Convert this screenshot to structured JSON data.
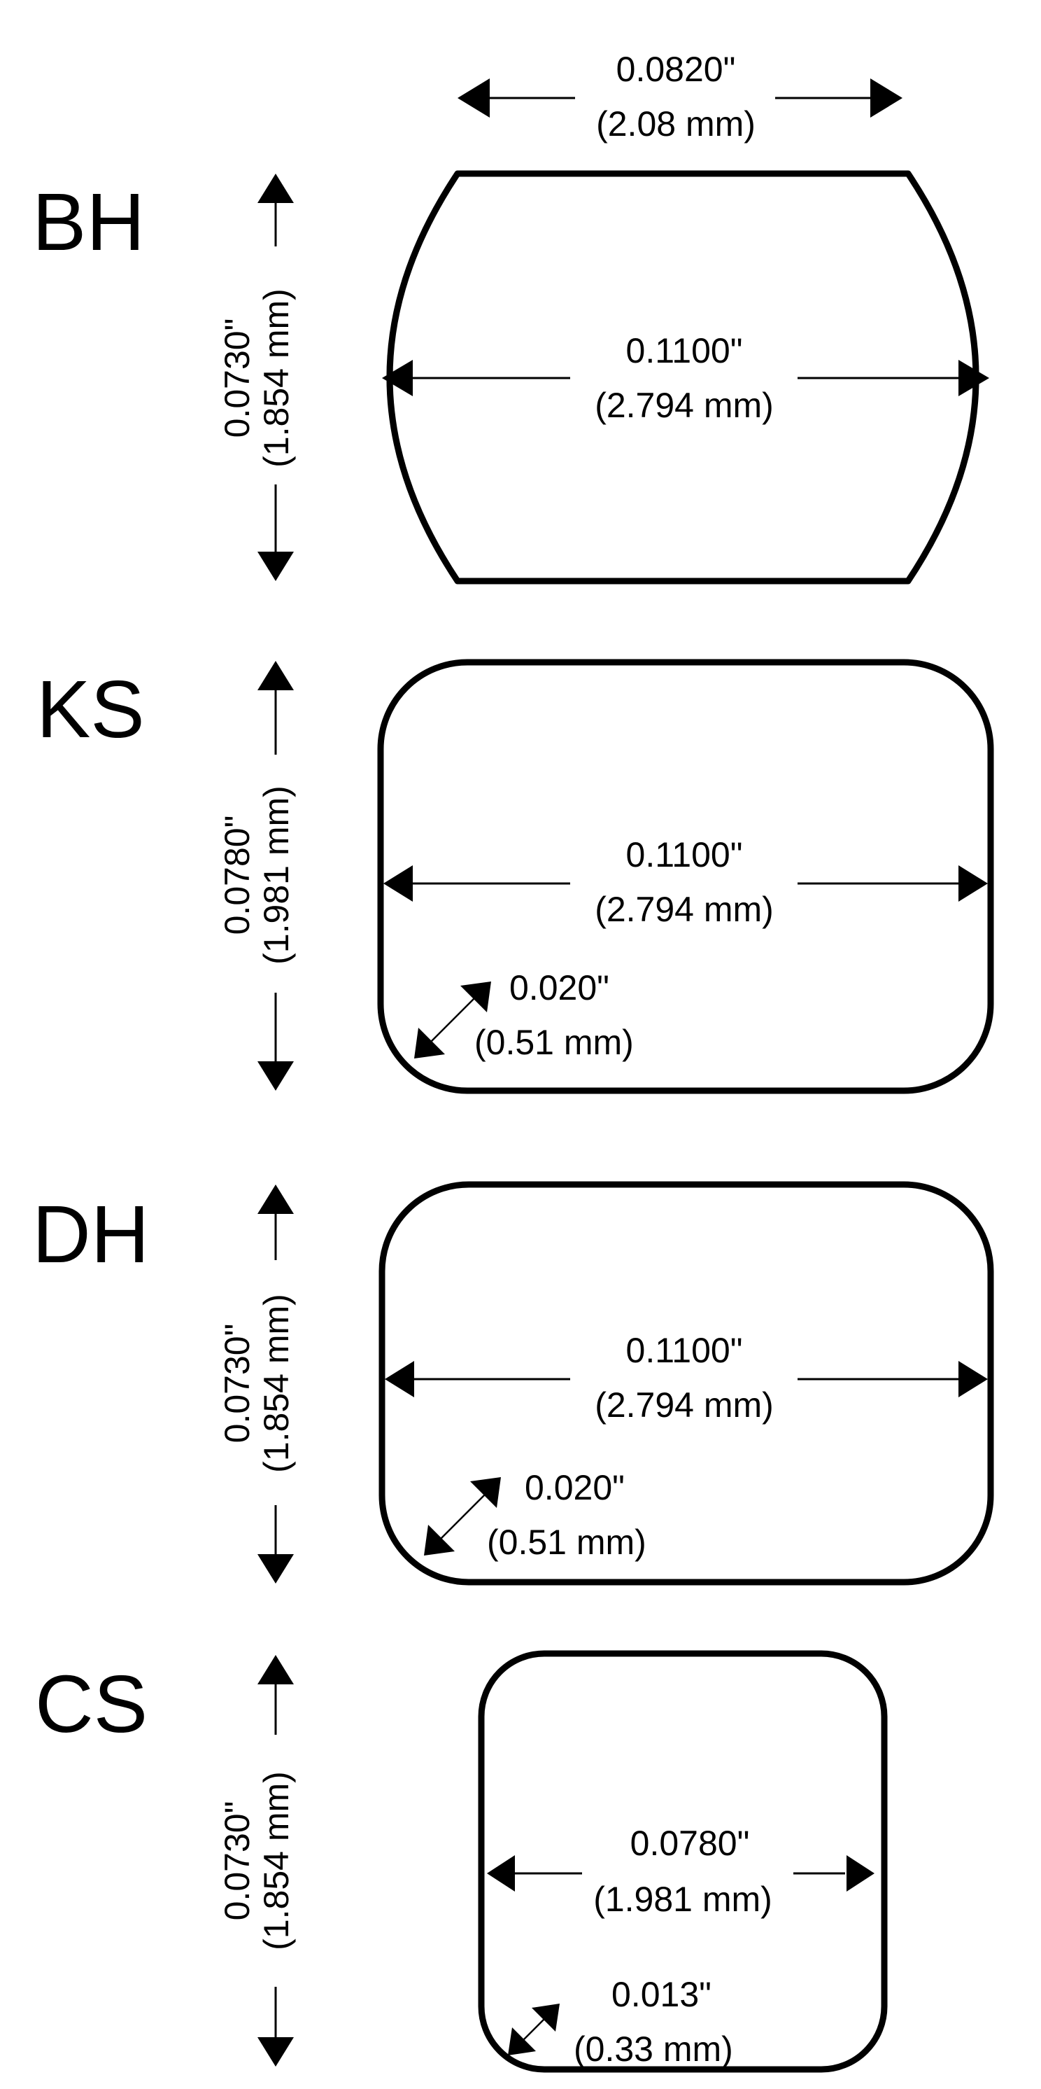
{
  "profiles": [
    {
      "name": "BH",
      "top_width_in": "0.0820\"",
      "top_width_mm": "(2.08 mm)",
      "height_in": "0.0730\"",
      "height_mm": "(1.854 mm)",
      "width_in": "0.1100\"",
      "width_mm": "(2.794 mm)"
    },
    {
      "name": "KS",
      "height_in": "0.0780\"",
      "height_mm": "(1.981 mm)",
      "width_in": "0.1100\"",
      "width_mm": "(2.794 mm)",
      "radius_in": "0.020\"",
      "radius_mm": "(0.51 mm)"
    },
    {
      "name": "DH",
      "height_in": "0.0730\"",
      "height_mm": "(1.854 mm)",
      "width_in": "0.1100\"",
      "width_mm": "(2.794 mm)",
      "radius_in": "0.020\"",
      "radius_mm": "(0.51 mm)"
    },
    {
      "name": "CS",
      "height_in": "0.0730\"",
      "height_mm": "(1.854 mm)",
      "width_in": "0.0780\"",
      "width_mm": "(1.981 mm)",
      "radius_in": "0.013\"",
      "radius_mm": "(0.33 mm)"
    }
  ]
}
